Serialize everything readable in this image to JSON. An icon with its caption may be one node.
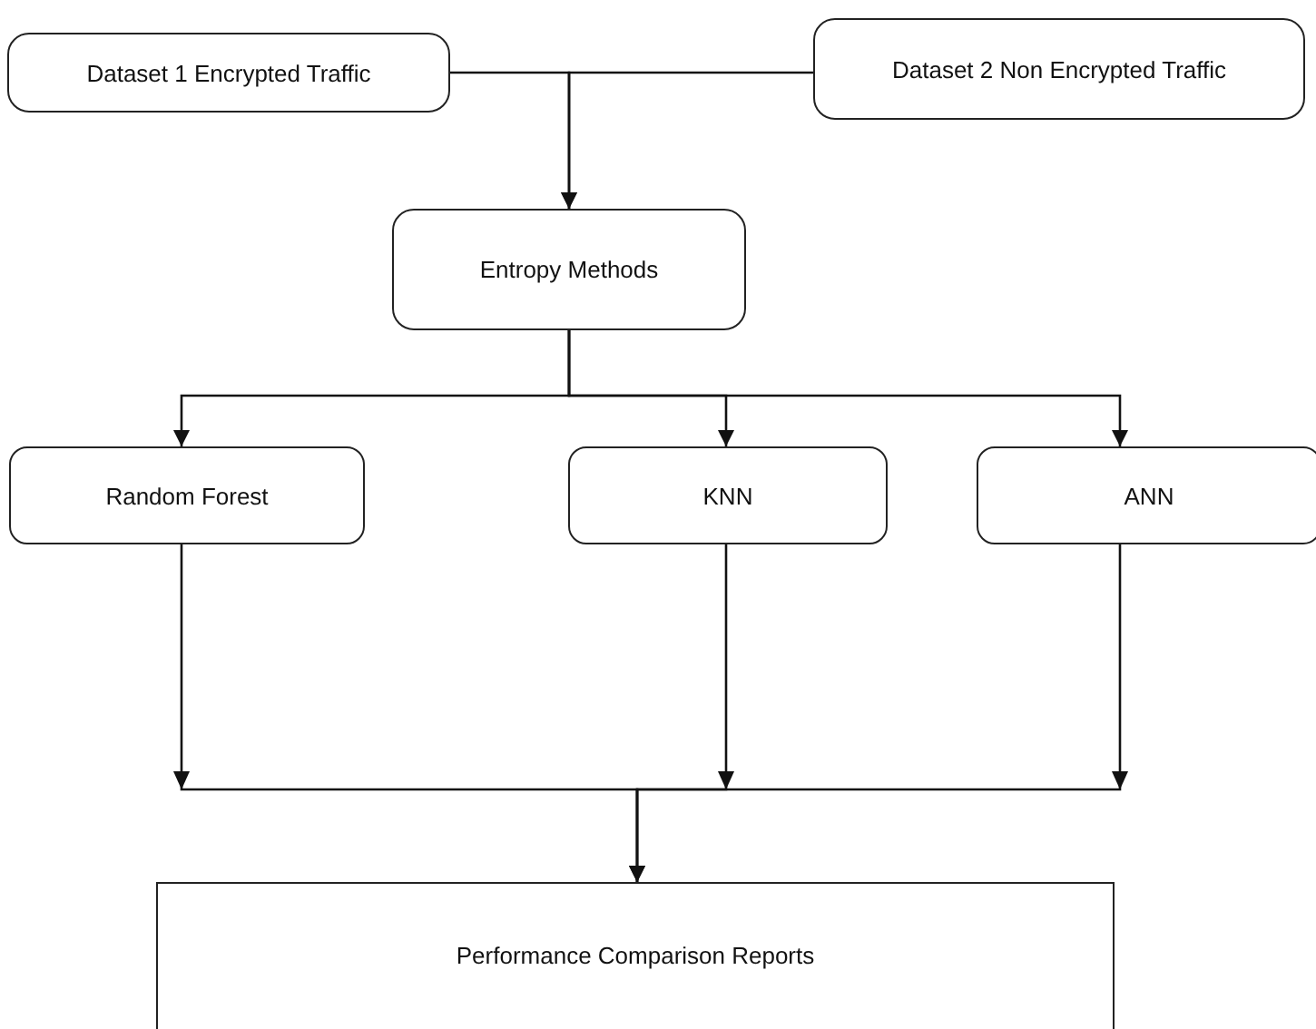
{
  "diagram": {
    "nodes": [
      {
        "text": [
          "Dataset 1 Encrypted Traffic"
        ]
      },
      {
        "text": [
          "Dataset 2 Non Encrypted Traffic"
        ]
      },
      {
        "text": [
          "Entropy Methods"
        ]
      },
      {
        "text": [
          "Random Forest"
        ]
      },
      {
        "text": [
          "KNN"
        ]
      },
      {
        "text": [
          "ANN"
        ]
      },
      {
        "text": [
          "Performance Comparison Reports"
        ]
      }
    ],
    "edges": [
      {
        "from": 0,
        "to": 2,
        "arrow": "to"
      },
      {
        "from": 1,
        "to": 2,
        "arrow": "to"
      },
      {
        "from": 2,
        "to": 3,
        "arrow": "to"
      },
      {
        "from": 2,
        "to": 4,
        "arrow": "to"
      },
      {
        "from": 2,
        "to": 5,
        "arrow": "to"
      },
      {
        "from": 3,
        "to": 6,
        "arrow": "to"
      },
      {
        "from": 4,
        "to": 6,
        "arrow": "to"
      },
      {
        "from": 5,
        "to": 6,
        "arrow": "to"
      }
    ]
  }
}
